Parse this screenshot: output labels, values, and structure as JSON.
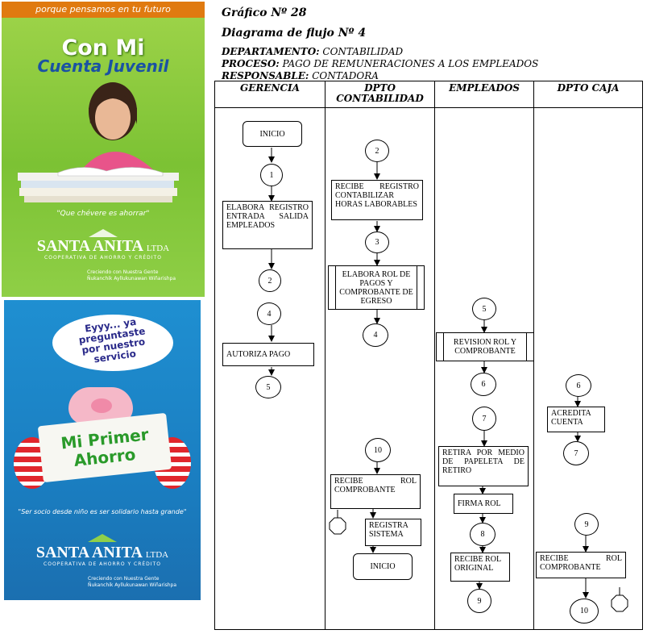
{
  "banner_top": {
    "slogan_strip": "porque pensamos en tu futuro",
    "product_line1": "Con Mi",
    "product_line2": "Cuenta Juvenil",
    "tagline": "\"Que chévere es ahorrar\"",
    "brand": "SANTA ANITA",
    "brand_suffix": "LTDA",
    "brand_sub": "COOPERATIVA DE AHORRO Y CRÉDITO",
    "brand_note1": "Creciendo con Nuestra Gente",
    "brand_note2": "Ñukanchik Ayllukunawan Wiñarishpa"
  },
  "banner_bottom": {
    "bubble_line1": "Eyyy... ya",
    "bubble_line2": "preguntaste",
    "bubble_line3": "por nuestro",
    "bubble_line4": "servicio",
    "product_line1": "Mi Primer",
    "product_line2": "Ahorro",
    "tagline": "\"Ser socio desde niño es ser solidario hasta grande\"",
    "brand": "SANTA ANITA",
    "brand_suffix": "LTDA",
    "brand_sub": "COOPERATIVA DE AHORRO Y CRÉDITO",
    "brand_note1": "Creciendo con Nuestra Gente",
    "brand_note2": "Ñukanchik Ayllukunawan Wiñarishpa"
  },
  "doc": {
    "grafico": "Gráfico Nº 28",
    "diagrama": "Diagrama de flujo Nº 4",
    "departamento_label": "DEPARTAMENTO:",
    "departamento_value": "CONTABILIDAD",
    "proceso_label": "PROCESO:",
    "proceso_value": "PAGO DE REMUNERACIONES A LOS EMPLEADOS",
    "responsable_label": "RESPONSABLE:",
    "responsable_value": "CONTADORA"
  },
  "flow": {
    "columns": [
      "GERENCIA",
      "DPTO CONTABILIDAD",
      "EMPLEADOS",
      "DPTO CAJA"
    ],
    "col_dpto_line1": "DPTO",
    "col_dpto_line2": "CONTABILIDAD",
    "gerencia": {
      "inicio": "INICIO",
      "c1": "1",
      "elabora_registro": "ELABORA REGISTRO ENTRADA SALIDA EMPLEADOS",
      "c2": "2",
      "c4": "4",
      "autoriza": "AUTORIZA PAGO",
      "c5": "5"
    },
    "contabilidad": {
      "c2": "2",
      "recibe_registro": "RECIBE REGISTRO CONTABILIZAR HORAS LABORABLES",
      "c3": "3",
      "elabora_rol": "ELABORA ROL DE PAGOS Y COMPROBANTE DE EGRESO",
      "c4": "4",
      "c10": "10",
      "recibe_rol": "RECIBE ROL COMPROBANTE",
      "registra": "REGISTRA SISTEMA",
      "inicio": "INICIO"
    },
    "empleados": {
      "c5": "5",
      "revision": "REVISION ROL Y COMPROBANTE",
      "c6": "6",
      "c7": "7",
      "retira": "RETIRA POR MEDIO DE PAPELETA DE RETIRO",
      "firma": "FIRMA ROL",
      "c8": "8",
      "recibe_rol": "RECIBE ROL ORIGINAL",
      "c9": "9"
    },
    "caja": {
      "c6": "6",
      "acredita": "ACREDITA CUENTA",
      "c7": "7",
      "c9": "9",
      "recibe_rol": "RECIBE ROL COMPROBANTE",
      "c10": "10"
    }
  },
  "colors": {
    "banner_green": "#8cc83e",
    "banner_blue": "#1a7ec1",
    "strip_orange": "#e07a10"
  }
}
